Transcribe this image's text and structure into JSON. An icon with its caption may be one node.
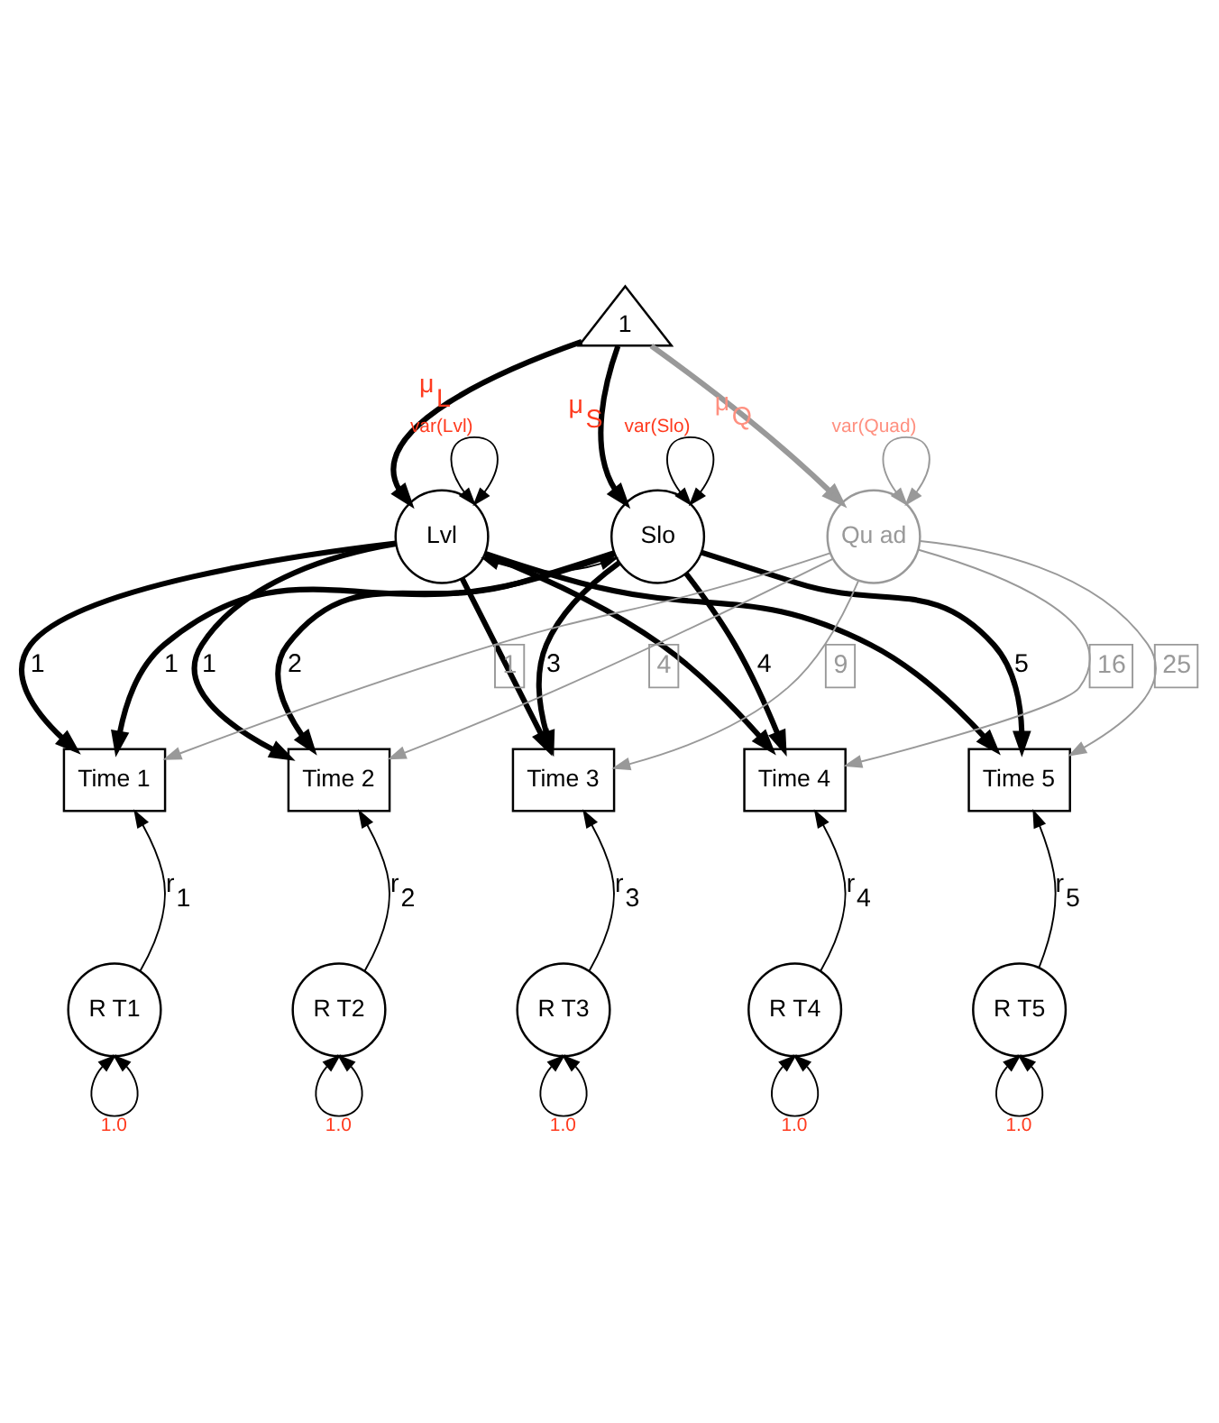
{
  "diagram": {
    "nodes": [
      {
        "text": [
          "1"
        ]
      },
      {
        "text": [
          "Lvl"
        ]
      },
      {
        "text": [
          "Slo"
        ]
      },
      {
        "text": [
          "Qu ad"
        ]
      },
      {
        "text": [
          "Time 1"
        ]
      },
      {
        "text": [
          "Time 2"
        ]
      },
      {
        "text": [
          "Time 3"
        ]
      },
      {
        "text": [
          "Time 4"
        ]
      },
      {
        "text": [
          "Time 5"
        ]
      },
      {
        "text": [
          "R T1"
        ]
      },
      {
        "text": [
          "R T2"
        ]
      },
      {
        "text": [
          "R T3"
        ]
      },
      {
        "text": [
          "R T4"
        ]
      },
      {
        "text": [
          "R T5"
        ]
      }
    ],
    "edges": [
      {
        "from": 0,
        "to": 1,
        "arrow": "to",
        "label": "μ$_{L}$",
        "style": "thick"
      },
      {
        "from": 0,
        "to": 2,
        "arrow": "to",
        "label": "μ$_{S}$",
        "style": "thick"
      },
      {
        "from": 0,
        "to": 3,
        "arrow": "to",
        "label": "μ$_{Q}$",
        "style": "thick",
        "color": "#999999"
      },
      {
        "from": 1,
        "to": 1,
        "arrow": "both",
        "label": "var(Lvl)"
      },
      {
        "from": 2,
        "to": 2,
        "arrow": "both",
        "label": "var(Slo)"
      },
      {
        "from": 3,
        "to": 3,
        "arrow": "both",
        "label": "var(Quad)",
        "color": "#999999"
      },
      {
        "from": 1,
        "to": 2,
        "arrow": "both"
      },
      {
        "from": 1,
        "to": 4,
        "arrow": "to",
        "label": "1",
        "style": "thick"
      },
      {
        "from": 1,
        "to": 5,
        "arrow": "to",
        "label": "1",
        "style": "thick"
      },
      {
        "from": 1,
        "to": 6,
        "arrow": "to",
        "style": "thick"
      },
      {
        "from": 1,
        "to": 7,
        "arrow": "to",
        "style": "thick"
      },
      {
        "from": 1,
        "to": 8,
        "arrow": "to",
        "style": "thick"
      },
      {
        "from": 2,
        "to": 4,
        "arrow": "to",
        "label": "1",
        "style": "thick"
      },
      {
        "from": 2,
        "to": 5,
        "arrow": "to",
        "label": "2",
        "style": "thick"
      },
      {
        "from": 2,
        "to": 6,
        "arrow": "to",
        "label": "3",
        "style": "thick"
      },
      {
        "from": 2,
        "to": 7,
        "arrow": "to",
        "label": "4",
        "style": "thick"
      },
      {
        "from": 2,
        "to": 8,
        "arrow": "to",
        "label": "5",
        "style": "thick"
      },
      {
        "from": 3,
        "to": 4,
        "arrow": "to",
        "label": "1",
        "color": "#999999"
      },
      {
        "from": 3,
        "to": 5,
        "arrow": "to",
        "label": "4",
        "color": "#999999"
      },
      {
        "from": 3,
        "to": 6,
        "arrow": "to",
        "label": "9",
        "color": "#999999"
      },
      {
        "from": 3,
        "to": 7,
        "arrow": "to",
        "label": "16",
        "color": "#999999"
      },
      {
        "from": 3,
        "to": 8,
        "arrow": "to",
        "label": "25",
        "color": "#999999"
      },
      {
        "from": 9,
        "to": 4,
        "arrow": "to",
        "label": "r$_{1}$"
      },
      {
        "from": 10,
        "to": 5,
        "arrow": "to",
        "label": "r$_{2}$"
      },
      {
        "from": 11,
        "to": 6,
        "arrow": "to",
        "label": "r$_{3}$"
      },
      {
        "from": 12,
        "to": 7,
        "arrow": "to",
        "label": "r$_{4}$"
      },
      {
        "from": 13,
        "to": 8,
        "arrow": "to",
        "label": "r$_{5}$"
      },
      {
        "from": 9,
        "to": 9,
        "arrow": "both",
        "label": "1.0"
      },
      {
        "from": 10,
        "to": 10,
        "arrow": "both",
        "label": "1.0"
      },
      {
        "from": 11,
        "to": 11,
        "arrow": "both",
        "label": "1.0"
      },
      {
        "from": 12,
        "to": 12,
        "arrow": "both",
        "label": "1.0"
      },
      {
        "from": 13,
        "to": 13,
        "arrow": "both",
        "label": "1.0"
      }
    ]
  }
}
